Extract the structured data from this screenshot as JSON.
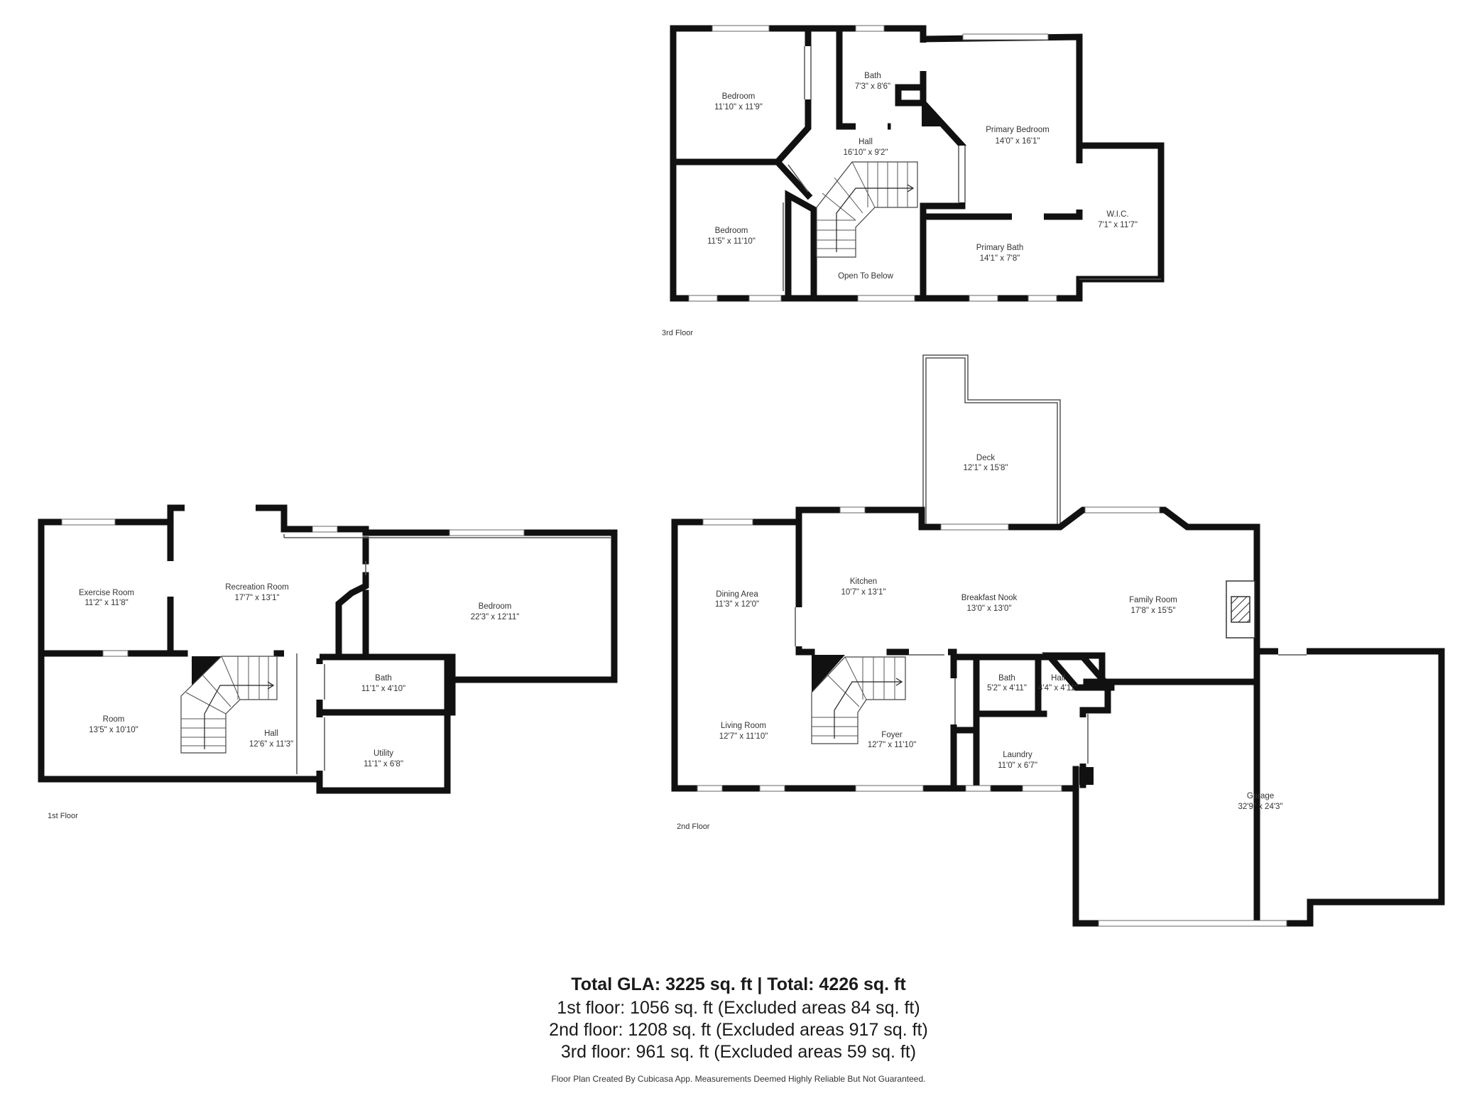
{
  "floors": {
    "third": {
      "label": "3rd Floor",
      "rooms": {
        "bedroom_a": {
          "name": "Bedroom",
          "dim": "11'10\" x 11'9\""
        },
        "bath": {
          "name": "Bath",
          "dim": "7'3\" x 8'6\""
        },
        "primary_bedroom": {
          "name": "Primary Bedroom",
          "dim": "14'0\" x 16'1\""
        },
        "hall": {
          "name": "Hall",
          "dim": "16'10\" x 9'2\""
        },
        "bedroom_b": {
          "name": "Bedroom",
          "dim": "11'5\" x 11'10\""
        },
        "wic": {
          "name": "W.I.C.",
          "dim": "7'1\" x 11'7\""
        },
        "primary_bath": {
          "name": "Primary Bath",
          "dim": "14'1\" x 7'8\""
        },
        "open_to_below": {
          "name": "Open To Below"
        }
      }
    },
    "second": {
      "label": "2nd Floor",
      "rooms": {
        "deck": {
          "name": "Deck",
          "dim": "12'1\" x 15'8\""
        },
        "dining": {
          "name": "Dining Area",
          "dim": "11'3\" x 12'0\""
        },
        "kitchen": {
          "name": "Kitchen",
          "dim": "10'7\" x 13'1\""
        },
        "breakfast": {
          "name": "Breakfast Nook",
          "dim": "13'0\" x 13'0\""
        },
        "family": {
          "name": "Family Room",
          "dim": "17'8\" x 15'5\""
        },
        "bath": {
          "name": "Bath",
          "dim": "5'2\" x 4'11\""
        },
        "hall": {
          "name": "Hall",
          "dim": "4'4\" x 4'11\""
        },
        "living": {
          "name": "Living Room",
          "dim": "12'7\" x 11'10\""
        },
        "foyer": {
          "name": "Foyer",
          "dim": "12'7\" x 11'10\""
        },
        "laundry": {
          "name": "Laundry",
          "dim": "11'0\" x 6'7\""
        },
        "garage": {
          "name": "Garage",
          "dim": "32'9\" x 24'3\""
        }
      }
    },
    "first": {
      "label": "1st Floor",
      "rooms": {
        "exercise": {
          "name": "Exercise Room",
          "dim": "11'2\" x 11'8\""
        },
        "recreation": {
          "name": "Recreation Room",
          "dim": "17'7\" x 13'1\""
        },
        "bedroom": {
          "name": "Bedroom",
          "dim": "22'3\" x 12'11\""
        },
        "room": {
          "name": "Room",
          "dim": "13'5\" x 10'10\""
        },
        "bath": {
          "name": "Bath",
          "dim": "11'1\" x 4'10\""
        },
        "hall": {
          "name": "Hall",
          "dim": "12'6\" x 11'3\""
        },
        "utility": {
          "name": "Utility",
          "dim": "11'1\" x 6'8\""
        }
      }
    }
  },
  "summary": {
    "total": "Total GLA: 3225 sq. ft | Total: 4226 sq. ft",
    "first": "1st floor: 1056 sq. ft (Excluded areas 84 sq. ft)",
    "second": "2nd floor: 1208 sq. ft (Excluded areas 917 sq. ft)",
    "third": "3rd floor: 961 sq. ft (Excluded areas 59 sq. ft)",
    "credit": "Floor Plan Created By Cubicasa App. Measurements Deemed Highly Reliable But Not Guaranteed."
  }
}
